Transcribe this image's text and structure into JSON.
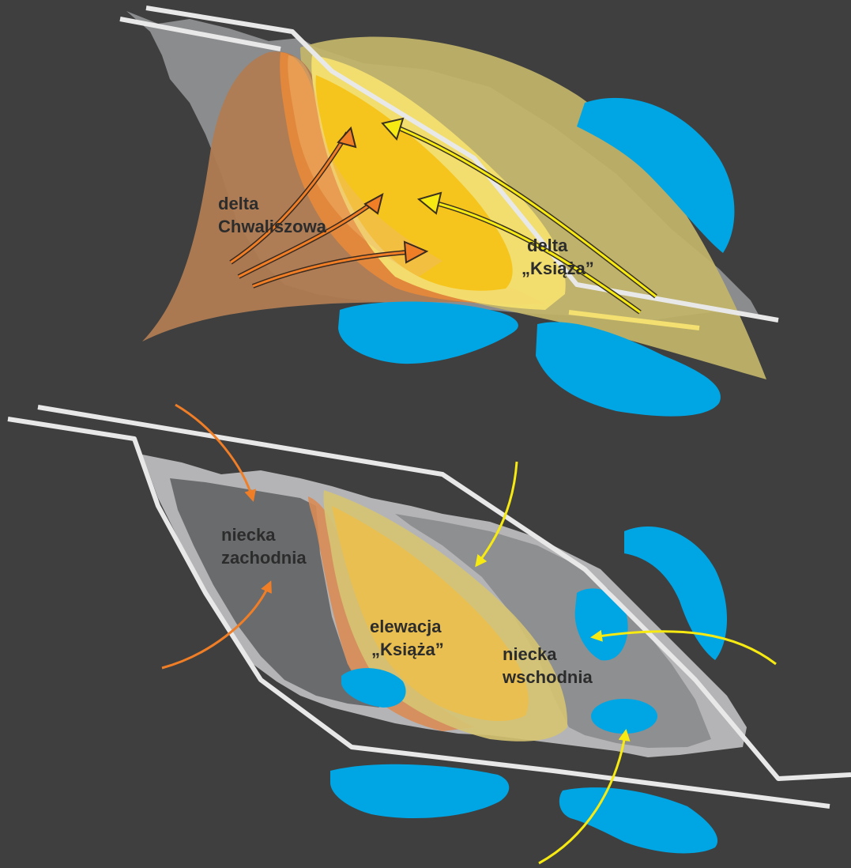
{
  "colors": {
    "background": "#3f3f3f",
    "border_line": "#e8e8e8",
    "gray_light": "#b4b4b6",
    "gray_mid": "#8e8f91",
    "gray_dark": "#6a6b6d",
    "brown_delta": "#b07c53",
    "olive_delta": "#c2b56a",
    "yellow_core": "#f6c51d",
    "orange_band": "#e88a3a",
    "yellow_light": "#f3e070",
    "blue_water": "#00a6e3",
    "arrow_orange": "#f07e26",
    "arrow_yellow": "#f6ea12"
  },
  "top_diagram": {
    "labels": {
      "delta_chw_line1": "delta",
      "delta_chw_line2": "Chwaliszowa",
      "delta_ksiaza_line1": "delta",
      "delta_ksiaza_line2": "„Książa”"
    }
  },
  "bottom_diagram": {
    "labels": {
      "niecka_zach_line1": "niecka",
      "niecka_zach_line2": "zachodnia",
      "elewacja_line1": "elewacja",
      "elewacja_line2": "„Książa”",
      "niecka_wsch_line1": "niecka",
      "niecka_wsch_line2": "wschodnia"
    }
  }
}
